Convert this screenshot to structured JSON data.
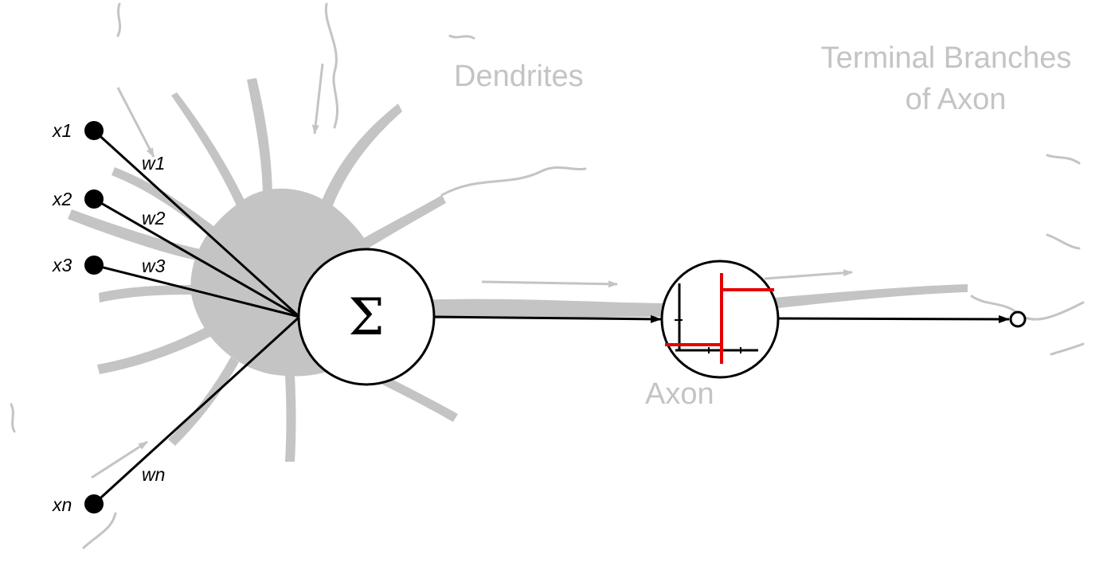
{
  "labels": {
    "dendrites": "Dendrites",
    "terminal_line1": "Terminal Branches",
    "terminal_line2": "of Axon",
    "axon": "Axon",
    "sum_symbol": "Σ"
  },
  "inputs": [
    {
      "x": "x1",
      "w": "w1"
    },
    {
      "x": "x2",
      "w": "w2"
    },
    {
      "x": "x3",
      "w": "w3"
    },
    {
      "x": "xn",
      "w": "wn"
    }
  ],
  "colors": {
    "neuron_body": "#c4c4c4",
    "label_gray": "#c4c4c4",
    "line": "#000000",
    "step_function": "#e60000"
  },
  "icons": {
    "summation": "sigma-symbol",
    "activation": "step-function-icon",
    "output": "output-node-circle"
  }
}
